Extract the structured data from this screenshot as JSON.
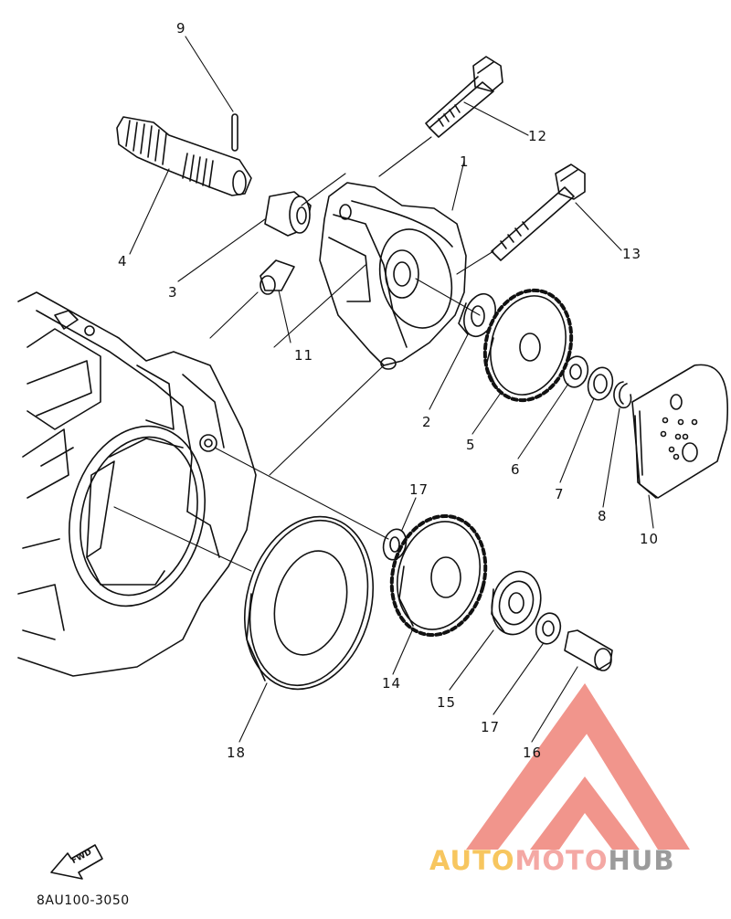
{
  "diagram": {
    "part_labels": [
      "1",
      "2",
      "3",
      "4",
      "5",
      "6",
      "7",
      "8",
      "9",
      "10",
      "11",
      "12",
      "13",
      "14",
      "15",
      "16",
      "17",
      "17",
      "18"
    ],
    "fwd_label": "FWD",
    "drawing_code": "8AU100-3050"
  },
  "watermark": {
    "part1": "AUTO",
    "part2": "MOTO",
    "part3": "HUB",
    "colors": {
      "auto": "#f7c65f",
      "moto": "#f4a8a4",
      "hub": "#9b9b9b",
      "logo": "#f08a80"
    }
  }
}
